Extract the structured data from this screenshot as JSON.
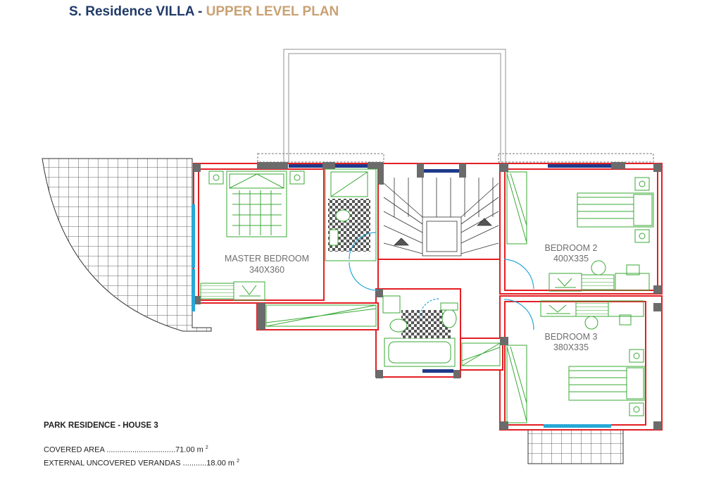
{
  "title": {
    "main": "S. Residence VILLA",
    "dash": " - ",
    "sub": "UPPER LEVEL PLAN"
  },
  "rooms": [
    {
      "name": "MASTER BEDROOM",
      "size": "340X360"
    },
    {
      "name": "BEDROOM 2",
      "size": "400X335"
    },
    {
      "name": "BEDROOM 3",
      "size": "380X335"
    }
  ],
  "info": {
    "heading": "PARK RESIDENCE - HOUSE 3",
    "rows": [
      {
        "label": "COVERED AREA",
        "dots": "................................",
        "value": "71.00 m",
        "unit_sup": "2"
      },
      {
        "label": "EXTERNAL UNCOVERED VERANDAS",
        "dots": "...........",
        "value": "18.00 m",
        "unit_sup": "2"
      }
    ]
  },
  "colors": {
    "wall": "#e31e24",
    "wall_fill": "#6b6b6b",
    "furniture": "#3aa935",
    "window": "#1f3a8a",
    "door_arc": "#29a8d8",
    "outline": "#909090",
    "title_main": "#1f3a68",
    "title_sub": "#c9a173"
  }
}
